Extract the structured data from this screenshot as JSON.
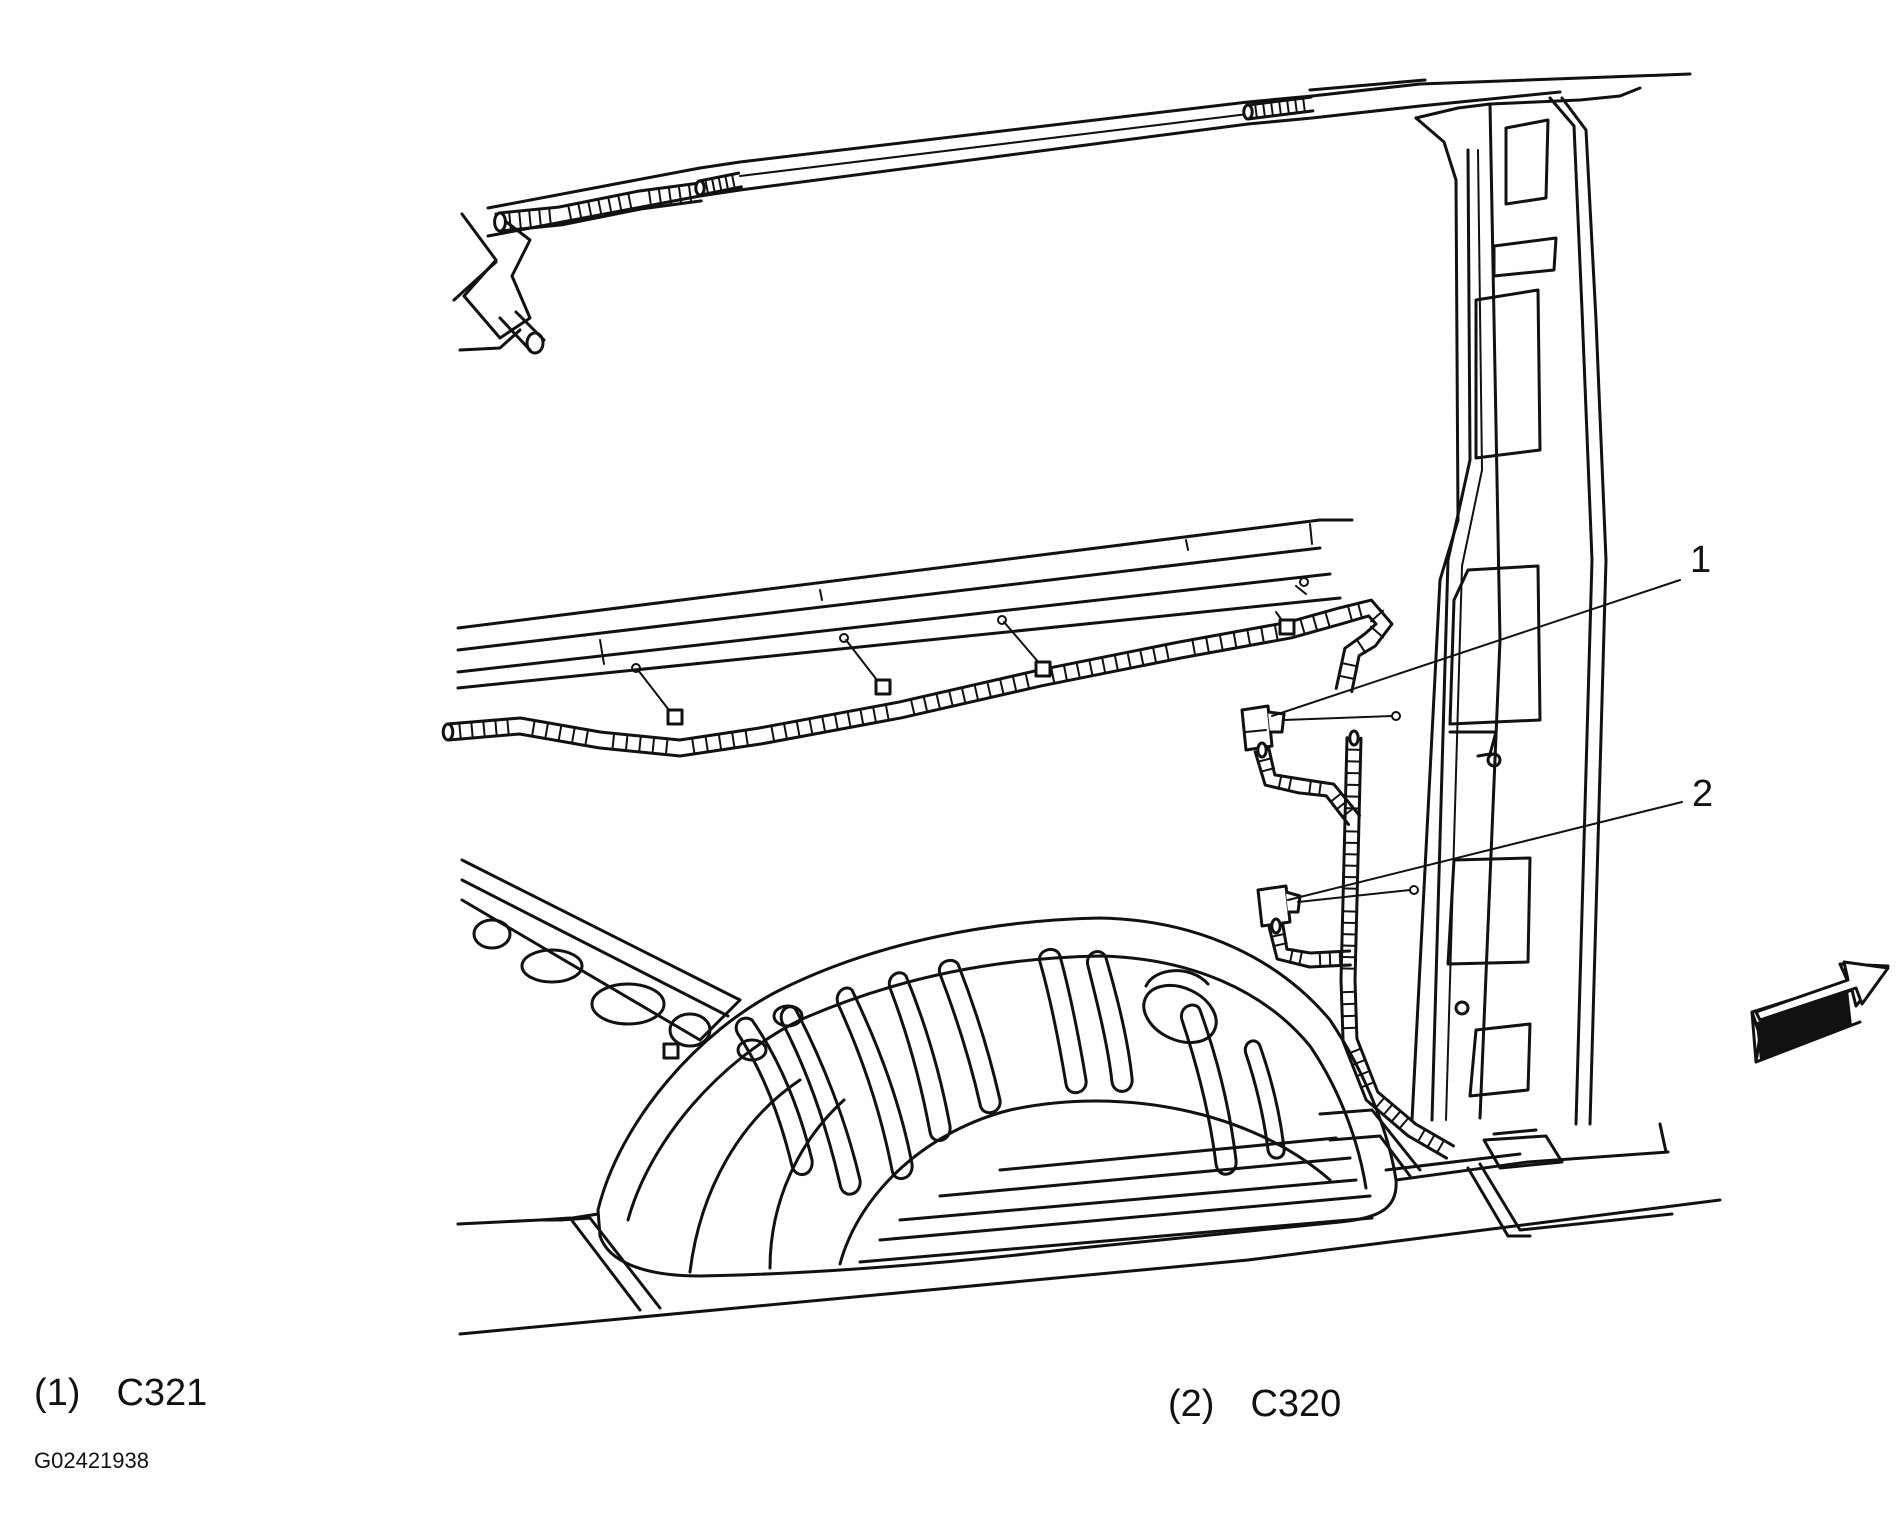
{
  "callouts": [
    {
      "number": "1"
    },
    {
      "number": "2"
    }
  ],
  "legend": [
    {
      "number": "(1)",
      "code": "C321"
    },
    {
      "number": "(2)",
      "code": "C320"
    }
  ],
  "figure_id": "G02421938",
  "icons": {
    "direction_arrow": "front-direction-arrow-icon"
  },
  "colors": {
    "ink": "#111111",
    "paper": "#ffffff"
  }
}
